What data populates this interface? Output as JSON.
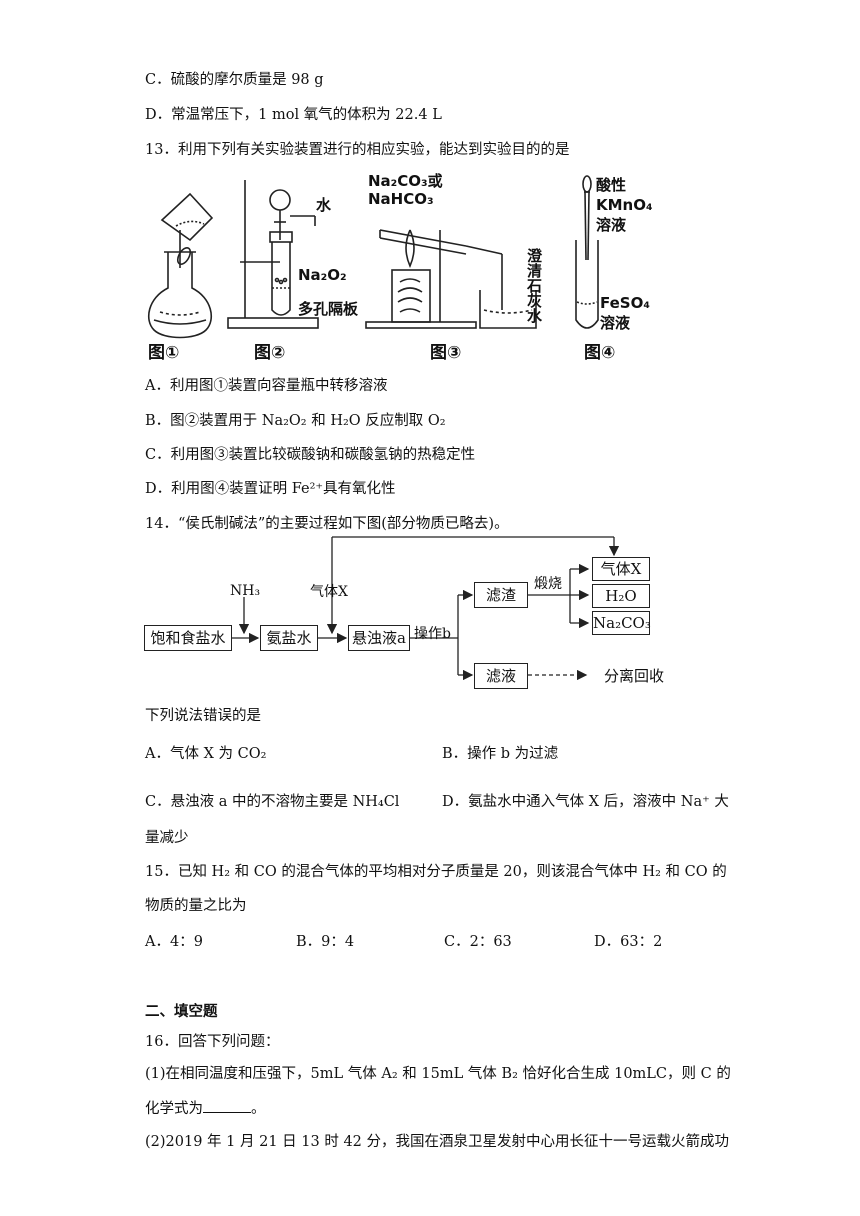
{
  "q12": {
    "c": "C．硫酸的摩尔质量是 98 g",
    "d": "D．常温常压下，1 mol 氧气的体积为 22.4 L"
  },
  "q13": {
    "stem": "13．利用下列有关实验装置进行的相应实验，能达到实验目的的是",
    "fig_captions": [
      "图①",
      "图②",
      "图③",
      "图④"
    ],
    "fig2_labels": {
      "water": "水",
      "na2o2": "Na₂O₂",
      "plate": "多孔隔板"
    },
    "fig3_labels": {
      "reagent_line1": "Na₂CO₃或",
      "reagent_line2": "NaHCO₃",
      "limewater": "澄清石灰水"
    },
    "fig4_labels": {
      "kmno4_line1": "酸性",
      "kmno4_line2": "KMnO₄",
      "kmno4_line3": "溶液",
      "feso4_line1": "FeSO₄",
      "feso4_line2": "溶液"
    },
    "options": {
      "a": "A．利用图①装置向容量瓶中转移溶液",
      "b": "B．图②装置用于 Na₂O₂ 和 H₂O 反应制取 O₂",
      "c": "C．利用图③装置比较碳酸钠和碳酸氢钠的热稳定性",
      "d": "D．利用图④装置证明 Fe²⁺具有氧化性"
    }
  },
  "q14": {
    "stem": "14．“侯氏制碱法”的主要过程如下图(部分物质已略去)。",
    "flow": {
      "nacl": "饱和食盐水",
      "nh3": "NH₃",
      "ammonia_brine": "氨盐水",
      "gas_x": "气体X",
      "suspension": "悬浊液a",
      "operation": "操作b",
      "residue": "滤渣",
      "calcine": "煅烧",
      "product_gas": "气体X",
      "product_water": "H₂O",
      "product_na2co3": "Na₂CO₃",
      "filtrate": "滤液",
      "recover": "分离回收"
    },
    "question": "下列说法错误的是",
    "options": {
      "a": "A．气体 X 为 CO₂",
      "b": "B．操作 b 为过滤",
      "c": "C．悬浊液 a 中的不溶物主要是 NH₄Cl",
      "d": "D．氨盐水中通入气体 X 后，溶液中 Na⁺ 大",
      "d_cont": "量减少"
    }
  },
  "q15": {
    "stem": "15．已知 H₂ 和 CO 的混合气体的平均相对分子质量是 20，则该混合气体中 H₂ 和 CO 的",
    "stem_cont": "物质的量之比为",
    "options": {
      "a": "A．4：9",
      "b": "B．9：4",
      "c": "C．2：63",
      "d": "D．63：2"
    }
  },
  "section2": {
    "title": "二、填空题",
    "q16": "16．回答下列问题：",
    "q16_1": "(1)在相同温度和压强下，5mL 气体 A₂ 和 15mL 气体 B₂ 恰好化合生成 10mLC，则 C 的",
    "q16_1_cont_pre": "化学式为",
    "q16_1_cont_post": "。",
    "q16_2": "(2)2019 年 1 月 21 日 13 时 42 分，我国在酒泉卫星发射中心用长征十一号运载火箭成功"
  }
}
